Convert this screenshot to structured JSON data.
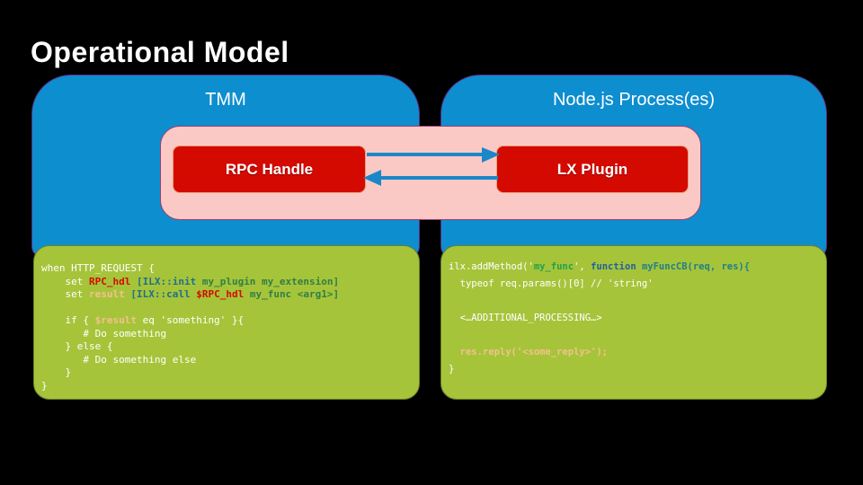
{
  "slide": {
    "title": "Operational Model",
    "background_color": "#000000"
  },
  "colors": {
    "panel_blue": "#0d8ecf",
    "bridge_pink": "#fac9c6",
    "box_red": "#d40a00",
    "code_green": "#a6c43a",
    "arrow_blue": "#1b87c9",
    "title_white": "#ffffff"
  },
  "panels": {
    "left": {
      "heading": "TMM"
    },
    "right": {
      "heading": "Node.js Process(es)"
    }
  },
  "boxes": {
    "rpc_handle": "RPC Handle",
    "lx_plugin": "LX Plugin"
  },
  "arrows": [
    {
      "name": "rpc-to-plugin",
      "direction": "right",
      "label": ""
    },
    {
      "name": "plugin-to-rpc",
      "direction": "left",
      "label": ""
    }
  ],
  "code_left": {
    "language": "tcl-irule",
    "lines": [
      [
        {
          "t": "when HTTP_REQUEST {",
          "c": "#ffffff"
        }
      ],
      [
        {
          "t": "    set ",
          "c": "#ffffff"
        },
        {
          "t": "RPC_hdl",
          "c": "#d40a00",
          "b": true
        },
        {
          "t": " [ILX::init ",
          "c": "#1f6f8b",
          "b": true
        },
        {
          "t": "my_plugin my_extension]",
          "c": "#2f7f46",
          "b": true
        }
      ],
      [
        {
          "t": "    set ",
          "c": "#ffffff"
        },
        {
          "t": "result",
          "c": "#f2c28c",
          "b": true
        },
        {
          "t": " [ILX::call ",
          "c": "#1f6f8b",
          "b": true
        },
        {
          "t": "$RPC_hdl",
          "c": "#d40a00",
          "b": true
        },
        {
          "t": " my_func <arg1>]",
          "c": "#2f7f46",
          "b": true
        }
      ],
      [
        {
          "t": "",
          "c": "#ffffff"
        }
      ],
      [
        {
          "t": "    if { ",
          "c": "#ffffff"
        },
        {
          "t": "$result",
          "c": "#f2c28c",
          "b": true
        },
        {
          "t": " eq 'something' }{",
          "c": "#ffffff"
        }
      ],
      [
        {
          "t": "       # Do something",
          "c": "#ffffff"
        }
      ],
      [
        {
          "t": "    } else {",
          "c": "#ffffff"
        }
      ],
      [
        {
          "t": "       # Do something else",
          "c": "#ffffff"
        }
      ],
      [
        {
          "t": "    }",
          "c": "#ffffff"
        }
      ],
      [
        {
          "t": "}",
          "c": "#ffffff"
        }
      ]
    ]
  },
  "code_right": {
    "language": "javascript",
    "lines": [
      [
        {
          "t": "ilx.addMethod('",
          "c": "#ffffff"
        },
        {
          "t": "my_func",
          "c": "#1fa34a",
          "b": true
        },
        {
          "t": "', ",
          "c": "#ffffff"
        },
        {
          "t": "function ",
          "c": "#1f5f9e",
          "b": true
        },
        {
          "t": "myFuncCB(req, res){",
          "c": "#1f7f8b",
          "b": true
        }
      ],
      [
        {
          "t": "  typeof req.params()[0] // 'string'",
          "c": "#ffffff"
        }
      ],
      [
        {
          "t": "",
          "c": "#ffffff"
        }
      ],
      [
        {
          "t": "  <…ADDITIONAL_PROCESSING…>",
          "c": "#ffffff"
        }
      ],
      [
        {
          "t": "",
          "c": "#ffffff"
        }
      ],
      [
        {
          "t": "  res.reply('<some_reply>');",
          "c": "#f2c28c",
          "b": true
        }
      ],
      [
        {
          "t": "}",
          "c": "#ffffff"
        }
      ]
    ]
  }
}
